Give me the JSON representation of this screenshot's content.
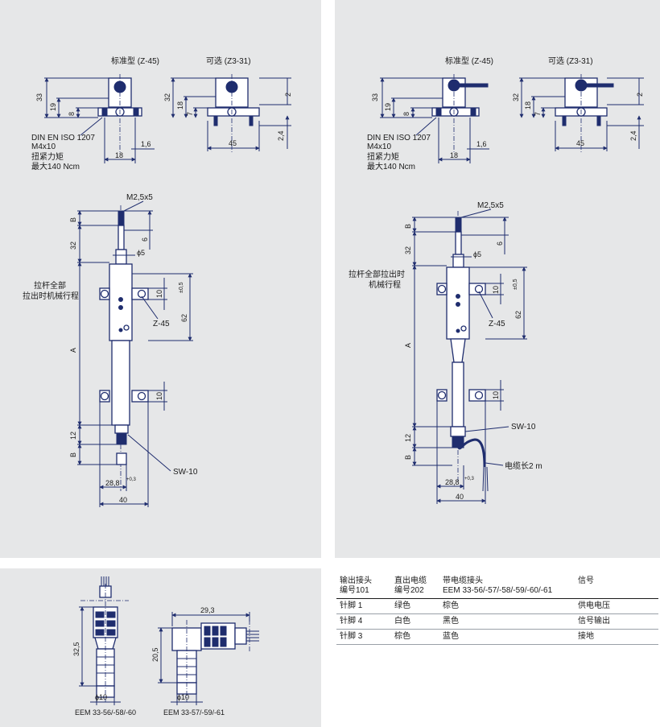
{
  "top_left": {
    "title_std": "标准型 (Z-45)",
    "title_opt": "可选 (Z3-31)",
    "dims": {
      "d33": "33",
      "d19": "19",
      "d8": "8",
      "d32": "32",
      "d18": "18",
      "d7": "7",
      "d2": "2",
      "d2_4": "2,4",
      "d1_6": "1,6",
      "d18b": "18",
      "d45": "45"
    },
    "din": "DIN EN ISO 1207",
    "screw": "M4x10",
    "torque": "扭紧力矩",
    "torque_max": "最大140 Ncm"
  },
  "top_right": {
    "title_std": "标准型 (Z-45)",
    "title_opt": "可选 (Z3-31)",
    "dims": {
      "d33": "33",
      "d19": "19",
      "d8": "8",
      "d32": "32",
      "d18": "18",
      "d7": "7",
      "d2": "2",
      "d2_4": "2,4",
      "d1_6": "1,6",
      "d18b": "18",
      "d45": "45"
    },
    "din": "DIN EN ISO 1207",
    "screw": "M4x10",
    "torque": "扭紧力矩",
    "torque_max": "最大140 Ncm"
  },
  "sensor_left": {
    "m25": "M2,5x5",
    "B": "B",
    "B2": "B",
    "d6": "6",
    "d32": "32",
    "phi5": "ϕ5",
    "stroke1": "拉杆全部",
    "stroke2": "拉出时机械行程",
    "d10": "10",
    "d62": "62",
    "tol05": "±0,5",
    "z45": "Z-45",
    "A": "A",
    "d10b": "10",
    "d12": "12",
    "sw10": "SW-10",
    "d28_8": "28,8",
    "tol03": "+0,3",
    "d40": "40"
  },
  "sensor_right": {
    "m25": "M2,5x5",
    "B": "B",
    "B2": "B",
    "d6": "6",
    "d32": "32",
    "phi5": "ϕ5",
    "stroke1": "拉杆全部拉出时",
    "stroke2": "机械行程",
    "d10": "10",
    "d62": "62",
    "tol05": "±0,5",
    "z45": "Z-45",
    "A": "A",
    "d10b": "10",
    "d12": "12",
    "sw10": "SW-10",
    "cable": "电缆长2 m",
    "d28_8": "28,8",
    "tol03": "+0,3",
    "d40": "40"
  },
  "connectors": {
    "d32_5": "32,5",
    "phi10a": "ϕ10",
    "label_a": "EEM 33-56/-58/-60",
    "d29_3": "29,3",
    "d20_5": "20,5",
    "phi10b": "ϕ10",
    "label_b": "EEM 33-57/-59/-61"
  },
  "table": {
    "headers": [
      [
        "输出接头",
        "编号101"
      ],
      [
        "直出电缆",
        "编号202"
      ],
      [
        "带电缆接头",
        "EEM 33-56/-57/-58/-59/-60/-61"
      ],
      [
        "信号",
        ""
      ]
    ],
    "rows": [
      [
        "针脚 1",
        "绿色",
        "棕色",
        "供电电压"
      ],
      [
        "针脚 4",
        "白色",
        "黑色",
        "信号输出"
      ],
      [
        "针脚 3",
        "棕色",
        "蓝色",
        "接地"
      ]
    ]
  }
}
